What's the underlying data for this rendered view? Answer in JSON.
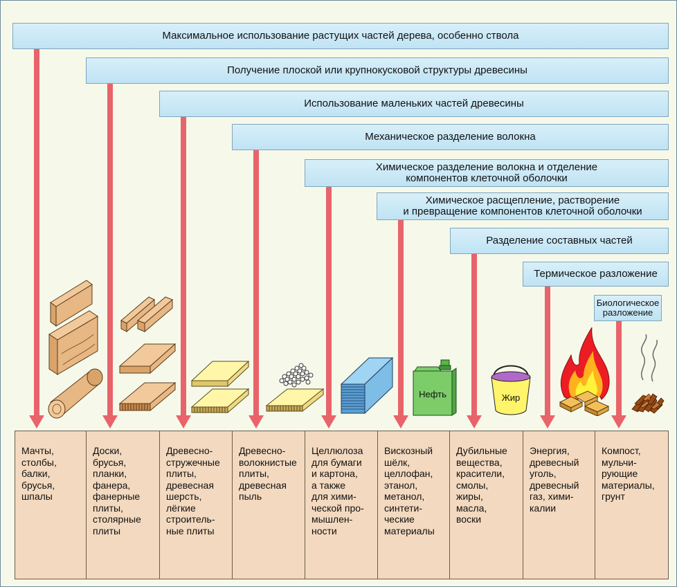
{
  "bands": [
    {
      "text": "Максимальное использование растущих частей дерева, особенно ствола"
    },
    {
      "text": "Получение плоской или крупнокусковой структуры древесины"
    },
    {
      "text": "Использование маленьких частей древесины"
    },
    {
      "text": "Механическое разделение волокна"
    },
    {
      "text": "Химическое разделение волокна и отделение\nкомпонентов клеточной оболочки"
    },
    {
      "text": "Химическое расщепление, растворение\nи превращение компонентов клеточной оболочки"
    },
    {
      "text": "Разделение составных частей"
    },
    {
      "text": "Термическое разложение"
    },
    {
      "text": "Биологическое\nразложение"
    }
  ],
  "products": [
    {
      "text": "Мачты,\nстолбы,\nбалки,\nбрусья,\nшпалы"
    },
    {
      "text": "Доски,\nбрусья,\nпланки,\nфанера,\nфанерные\nплиты,\nстолярные\nплиты"
    },
    {
      "text": "Древесно-\nстружечные\nплиты,\nдревесная\nшерсть,\nлёгкие\nстроитель-\nные плиты"
    },
    {
      "text": "Древесно-\nволокнистые\nплиты,\nдревесная\nпыль"
    },
    {
      "text": "Целлюлоза\nдля бумаги\nи картона,\nа также\nдля хими-\nческой про-\nмышлен-\nности"
    },
    {
      "text": "Вискозный\nшёлк,\nцеллофан,\nэтанол,\nметанол,\nсинтети-\nческие\nматериалы"
    },
    {
      "text": "Дубильные\nвещества,\nкрасители,\nсмолы,\nжиры,\nмасла,\nвоски"
    },
    {
      "text": "Энергия,\nдревесный\nуголь,\nдревесный\nгаз, хими-\nкалии"
    },
    {
      "text": "Компост,\nмульчи-\nрующие\nматериалы,\nгрунт"
    }
  ],
  "labels": {
    "canister": "Нефть",
    "bucket": "Жир"
  },
  "colors": {
    "band_fill": "#c8e8f6",
    "arrow": "#e8646a",
    "product_fill": "#f3d9bf",
    "background": "#f6f9ea"
  },
  "icons": [
    "wood-logs-icon",
    "boards-icon",
    "chipboard-icon",
    "fiberboard-icon",
    "paper-stack-icon",
    "oil-canister-icon",
    "fat-bucket-icon",
    "fire-icon",
    "compost-icon"
  ]
}
